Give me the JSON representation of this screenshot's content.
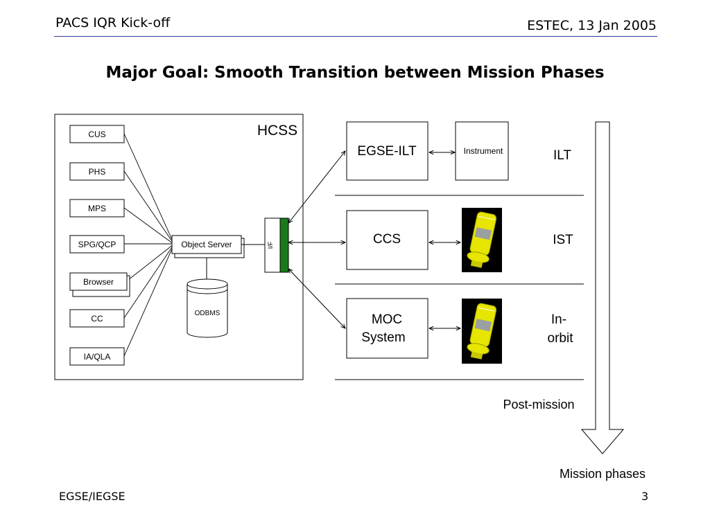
{
  "header": {
    "left": "PACS IQR Kick-off",
    "right": "ESTEC, 13 Jan 2005"
  },
  "title": "Major Goal: Smooth Transition between Mission Phases",
  "footer": {
    "left": "EGSE/IEGSE",
    "page": "3"
  },
  "diagram": {
    "hcss_label": "HCSS",
    "modules": [
      "CUS",
      "PHS",
      "MPS",
      "SPG/QCP",
      "Browser",
      "CC",
      "IA/QLA"
    ],
    "object_server": "Object Server",
    "odbms": "ODBMS",
    "interface": "I/F",
    "systems": {
      "egse_ilt": "EGSE-ILT",
      "ccs": "CCS",
      "moc_line1": "MOC",
      "moc_line2": "System",
      "instrument": "Instrument"
    },
    "phases": {
      "ilt": "ILT",
      "ist": "IST",
      "inorbit_line1": "In-",
      "inorbit_line2": "orbit",
      "post_mission": "Post-mission"
    },
    "axis_label": "Mission phases",
    "colors": {
      "interface_bar": "#1a7a1a",
      "spacecraft_body": "#e6e600",
      "spacecraft_bg": "#000000"
    }
  }
}
